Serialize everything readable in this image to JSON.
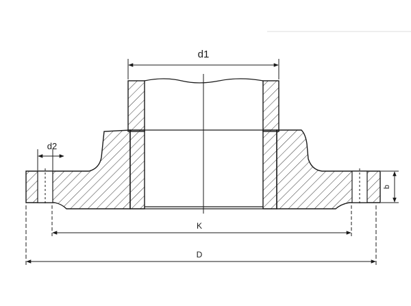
{
  "diagram": {
    "labels": {
      "d1": "d1",
      "d2": "d2",
      "b": "b",
      "K": "K",
      "D": "D"
    },
    "colors": {
      "line": "#1a1a1a",
      "hatch": "#333333",
      "background": "#ffffff"
    }
  }
}
